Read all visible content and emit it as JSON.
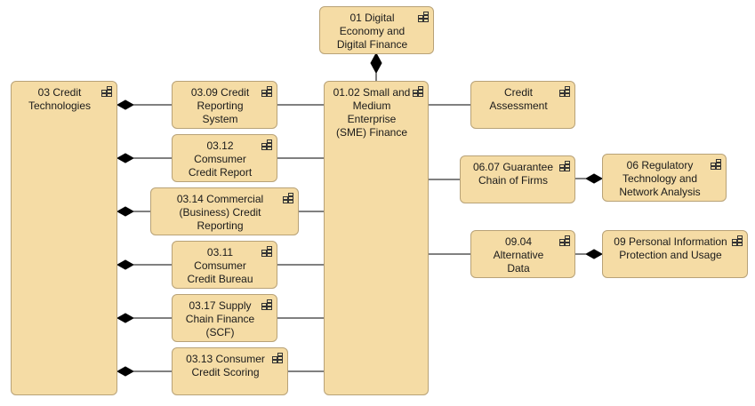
{
  "diagram": {
    "nodes": {
      "n01": {
        "label": "01 Digital\nEconomy and\nDigital Finance",
        "icon": "composition-icon"
      },
      "n0102": {
        "label": "01.02 Small and\nMedium\nEnterprise\n(SME) Finance",
        "icon": "composition-icon"
      },
      "n03": {
        "label": "03 Credit\nTechnologies",
        "icon": "composition-icon"
      },
      "n0309": {
        "label": "03.09 Credit\nReporting\nSystem",
        "icon": "composition-icon"
      },
      "n0312": {
        "label": "03.12\nComsumer\nCredit Report",
        "icon": "composition-icon"
      },
      "n0314": {
        "label": "03.14 Commercial\n(Business) Credit\nReporting",
        "icon": "composition-icon"
      },
      "n0311": {
        "label": "03.11\nComsumer\nCredit Bureau",
        "icon": "composition-icon"
      },
      "n0317": {
        "label": "03.17 Supply\nChain Finance\n(SCF)",
        "icon": "composition-icon"
      },
      "n0313": {
        "label": "03.13 Consumer\nCredit Scoring",
        "icon": "composition-icon"
      },
      "ncredit": {
        "label": "Credit\nAssessment",
        "icon": "composition-icon"
      },
      "n0607": {
        "label": "06.07 Guarantee\nChain of Firms",
        "icon": "composition-icon"
      },
      "n06": {
        "label": "06 Regulatory\nTechnology and\nNetwork Analysis",
        "icon": "composition-icon"
      },
      "n0904": {
        "label": "09.04\nAlternative\nData",
        "icon": "composition-icon"
      },
      "n09": {
        "label": "09 Personal Information\nProtection and Usage",
        "icon": "composition-icon"
      }
    },
    "colors": {
      "node_fill": "#f5dca5",
      "node_border": "#b8a277",
      "connector": "#000000"
    }
  }
}
